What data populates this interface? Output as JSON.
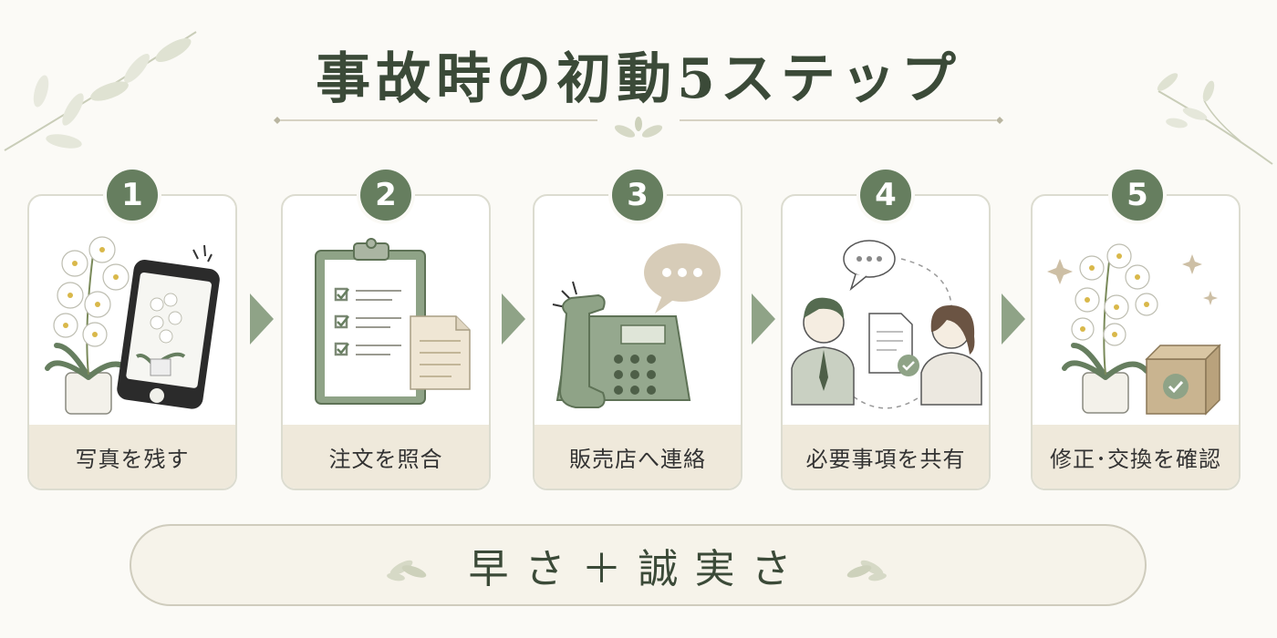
{
  "title": "事故時の初動5ステップ",
  "steps": [
    {
      "number": "1",
      "label": "写真を残す"
    },
    {
      "number": "2",
      "label": "注文を照合"
    },
    {
      "number": "3",
      "label": "販売店へ連絡"
    },
    {
      "number": "4",
      "label": "必要事項を共有"
    },
    {
      "number": "5",
      "label": "修正･交換を確認"
    }
  ],
  "motto": "早さ＋誠実さ",
  "colors": {
    "accent": "#667e5f",
    "label_bg": "#efe9db",
    "title": "#3b4a38"
  }
}
